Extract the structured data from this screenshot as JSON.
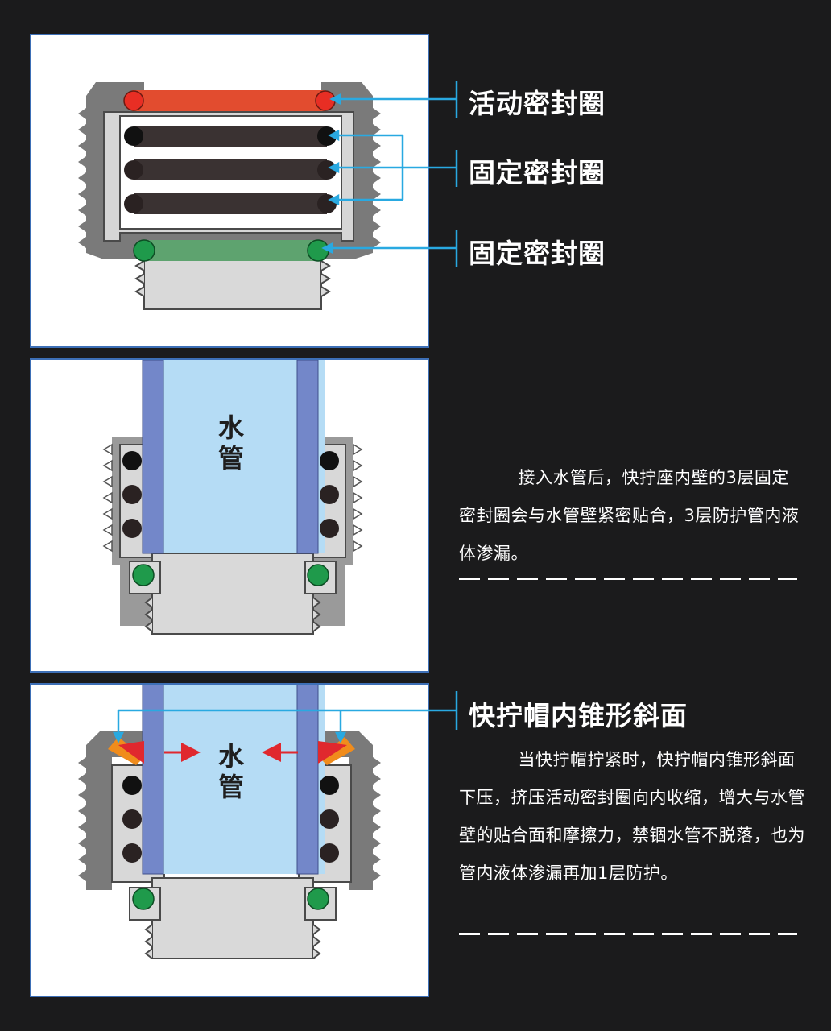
{
  "callouts": {
    "movable_seal": "活动密封圈",
    "fixed_seal_1": "固定密封圈",
    "fixed_seal_2": "固定密封圈",
    "cone_bevel": "快拧帽内锥形斜面"
  },
  "panels": {
    "pipe_label_top": "水",
    "pipe_label_bottom": "管"
  },
  "descriptions": {
    "panel2": "接入水管后，快拧座内壁的3层固定密封圈会与水管壁紧密贴合，3层防护管内液体渗漏。",
    "panel3": "当快拧帽拧紧时，快拧帽内锥形斜面下压，挤压活动密封圈向内收缩，增大与水管壁的贴合面和摩擦力，禁锢水管不脱落，也为管内液体渗漏再加1层防护。"
  },
  "colors": {
    "background": "#1b1b1c",
    "panel_border": "#3d6fb6",
    "callout_line": "#29a9e1",
    "movable_seal_red": "#e24c2f",
    "fixed_seal_black": "#2a2222",
    "fixed_seal_green": "#1f9a4b",
    "pipe_wall_blue": "#7387c9",
    "pipe_water": "#b5dcf5",
    "fitting_gray": "#7e7e7e",
    "arrow_red": "#e0282e",
    "bevel_orange": "#f08c1c"
  }
}
